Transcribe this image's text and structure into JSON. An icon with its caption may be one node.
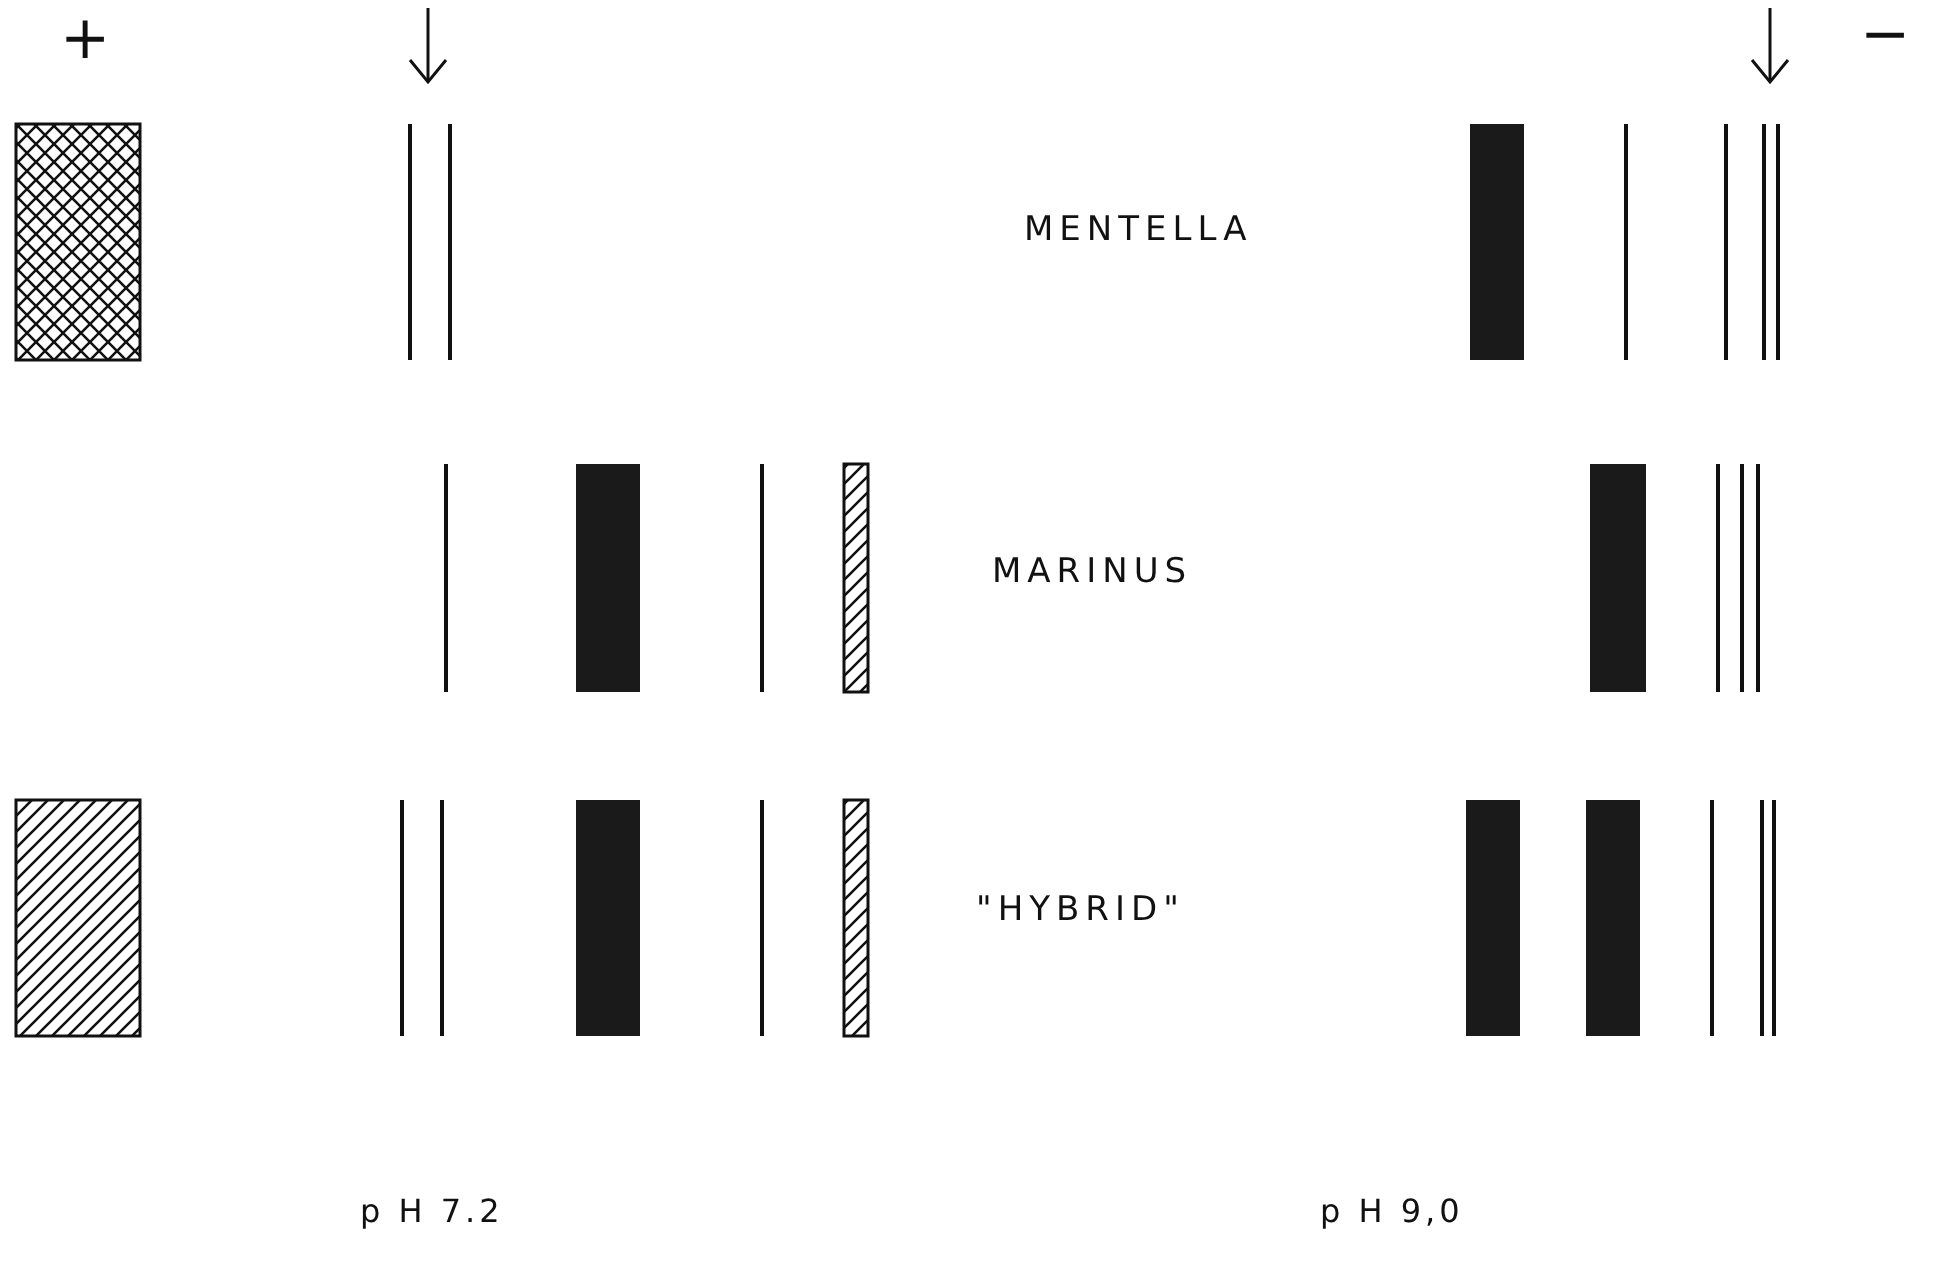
{
  "diagram": {
    "labels": [
      "+",
      "−",
      "MENTELLA",
      "MARINUS",
      "\"HYBRID\"",
      "p H 7.2",
      "p H 9,0"
    ]
  }
}
